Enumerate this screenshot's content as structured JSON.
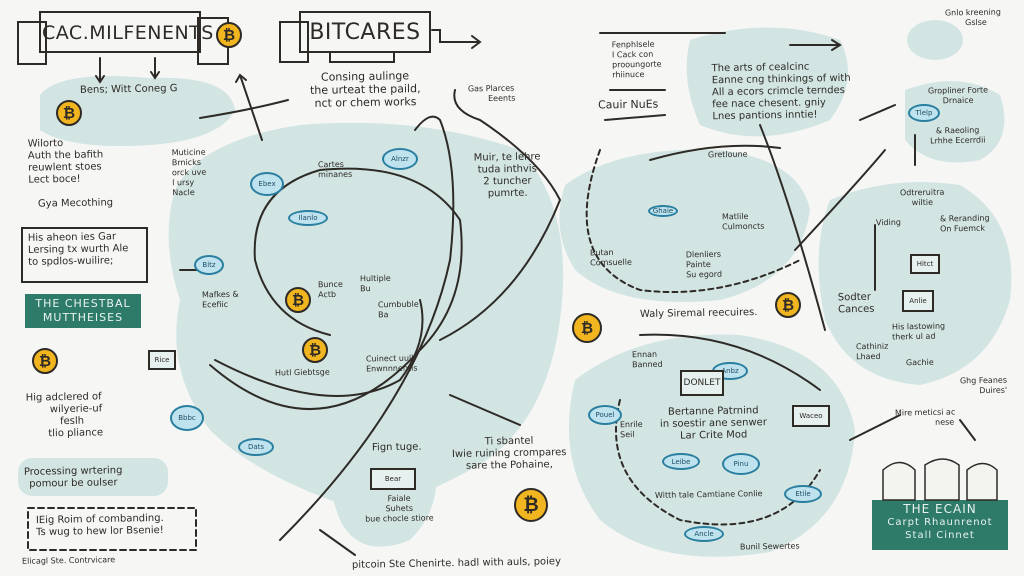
{
  "colors": {
    "paper": "#f6f7f5",
    "blob": "#d2e5e3",
    "ink": "#2e2a26",
    "teal": "#2f7b6a",
    "coin": "#f1b51f",
    "bubble": "#2a7fa0"
  },
  "icons": {
    "coin": "₿"
  },
  "headers": {
    "left_title": "CAC.MILFENENTS",
    "center_title": "BITCARES"
  },
  "notes": [
    "Consing aulinge",
    "the urteat the paild,",
    "nct or chem works",
    "Bens; Witt Coneg G",
    "Wilorto",
    "Auth the bafith",
    "reuwlent stoes",
    "Lect boce!",
    "Muticine",
    "Brnicks",
    "orck uve",
    "l ursy",
    "Nacle",
    "Gya Mecothing",
    "His aheon ies Gar",
    "Lersing tx wurth Ale",
    "to spdlos-wuilire;",
    "Hig adclered of",
    "wilyerie-uf",
    "feslh",
    "tlio pliance",
    "Processing wrtering",
    "pomour be oulser",
    "IEig Roim of combanding.",
    "Ts wug to hew lor Bsenie!",
    "Elicagl Ste. Contrvicare",
    "Cartes",
    "minanes",
    "Mafkes &",
    "Ecefiic",
    "Bunce",
    "Actb",
    "Hultiple",
    "Bu",
    "Cumbuble",
    "Ba",
    "Hutl Giebtsge",
    "Cuinect uull",
    "Enwnnnentis",
    "Fign tuge.",
    "Faiale",
    "Suhets",
    "bue chocle stiore",
    "pitcoin Ste Chenirte. hadl with auls, poiey",
    "Ti sbantel",
    "Iwie ruining crompares",
    "sare the Pohaine,",
    "Muir, te lehre",
    "tuda inthvis",
    "2 tuncher",
    "pumrte.",
    "Gas Plarces",
    "Eeents",
    "Fenphlsele",
    "I Cack con",
    "prooungorte",
    "rhiinuce",
    "Cauir NuEs",
    "The arts of cealcinc",
    "Eanne cng thinkings of with",
    "All a ecors crimcle terndes",
    "fee nace chesent. gniy",
    "Lnes pantions inntie!",
    "Gnlo kreening",
    "Gslse",
    "Gropliner Forte",
    "Drnaice",
    "& Raeoling",
    "Lrhhe Ecerrdii",
    "Matlile",
    "Culmoncts",
    "Butan",
    "Comsuelle",
    "Dlenliers",
    "Painte",
    "Su egord",
    "Gretloune",
    "Waly Siremal reecuires.",
    "Odtreruitra",
    "wiltie",
    "Viding",
    "& Reranding",
    "On Fuemck",
    "Sodter",
    "Cances",
    "His lastowing",
    "therk ul ad",
    "Cathiniz",
    "Lhaed",
    "Gachie",
    "Ghg Feanes",
    "Duires'",
    "Ennan",
    "Banned",
    "Bertanne Patrnind",
    "in soestir ane senwer",
    "Lar Crite Mod",
    "Witth tale Camtiane Conlie",
    "Bunil Sewertes",
    "Enrile",
    "Seil",
    "Mire meticsi ac",
    "nese"
  ],
  "banners": {
    "left": [
      "THE CHESTBAL",
      "MUTTHEISES"
    ],
    "right": [
      "THE ECAIN",
      "Carpt Rhaunrenot",
      "Stall Cinnet"
    ]
  },
  "bubbles": [
    "Ebex",
    "Alnzr",
    "Bitz",
    "Ilanlo",
    "Bbbc",
    "Dats",
    "Ghaie",
    "Tlelp",
    "Pouel",
    "Anbz",
    "Leibe",
    "Pinu",
    "Etile",
    "Ancle"
  ],
  "screens": [
    "Rice",
    "DONLET",
    "Hitct",
    "Anlie",
    "Waceo",
    "Bear"
  ]
}
